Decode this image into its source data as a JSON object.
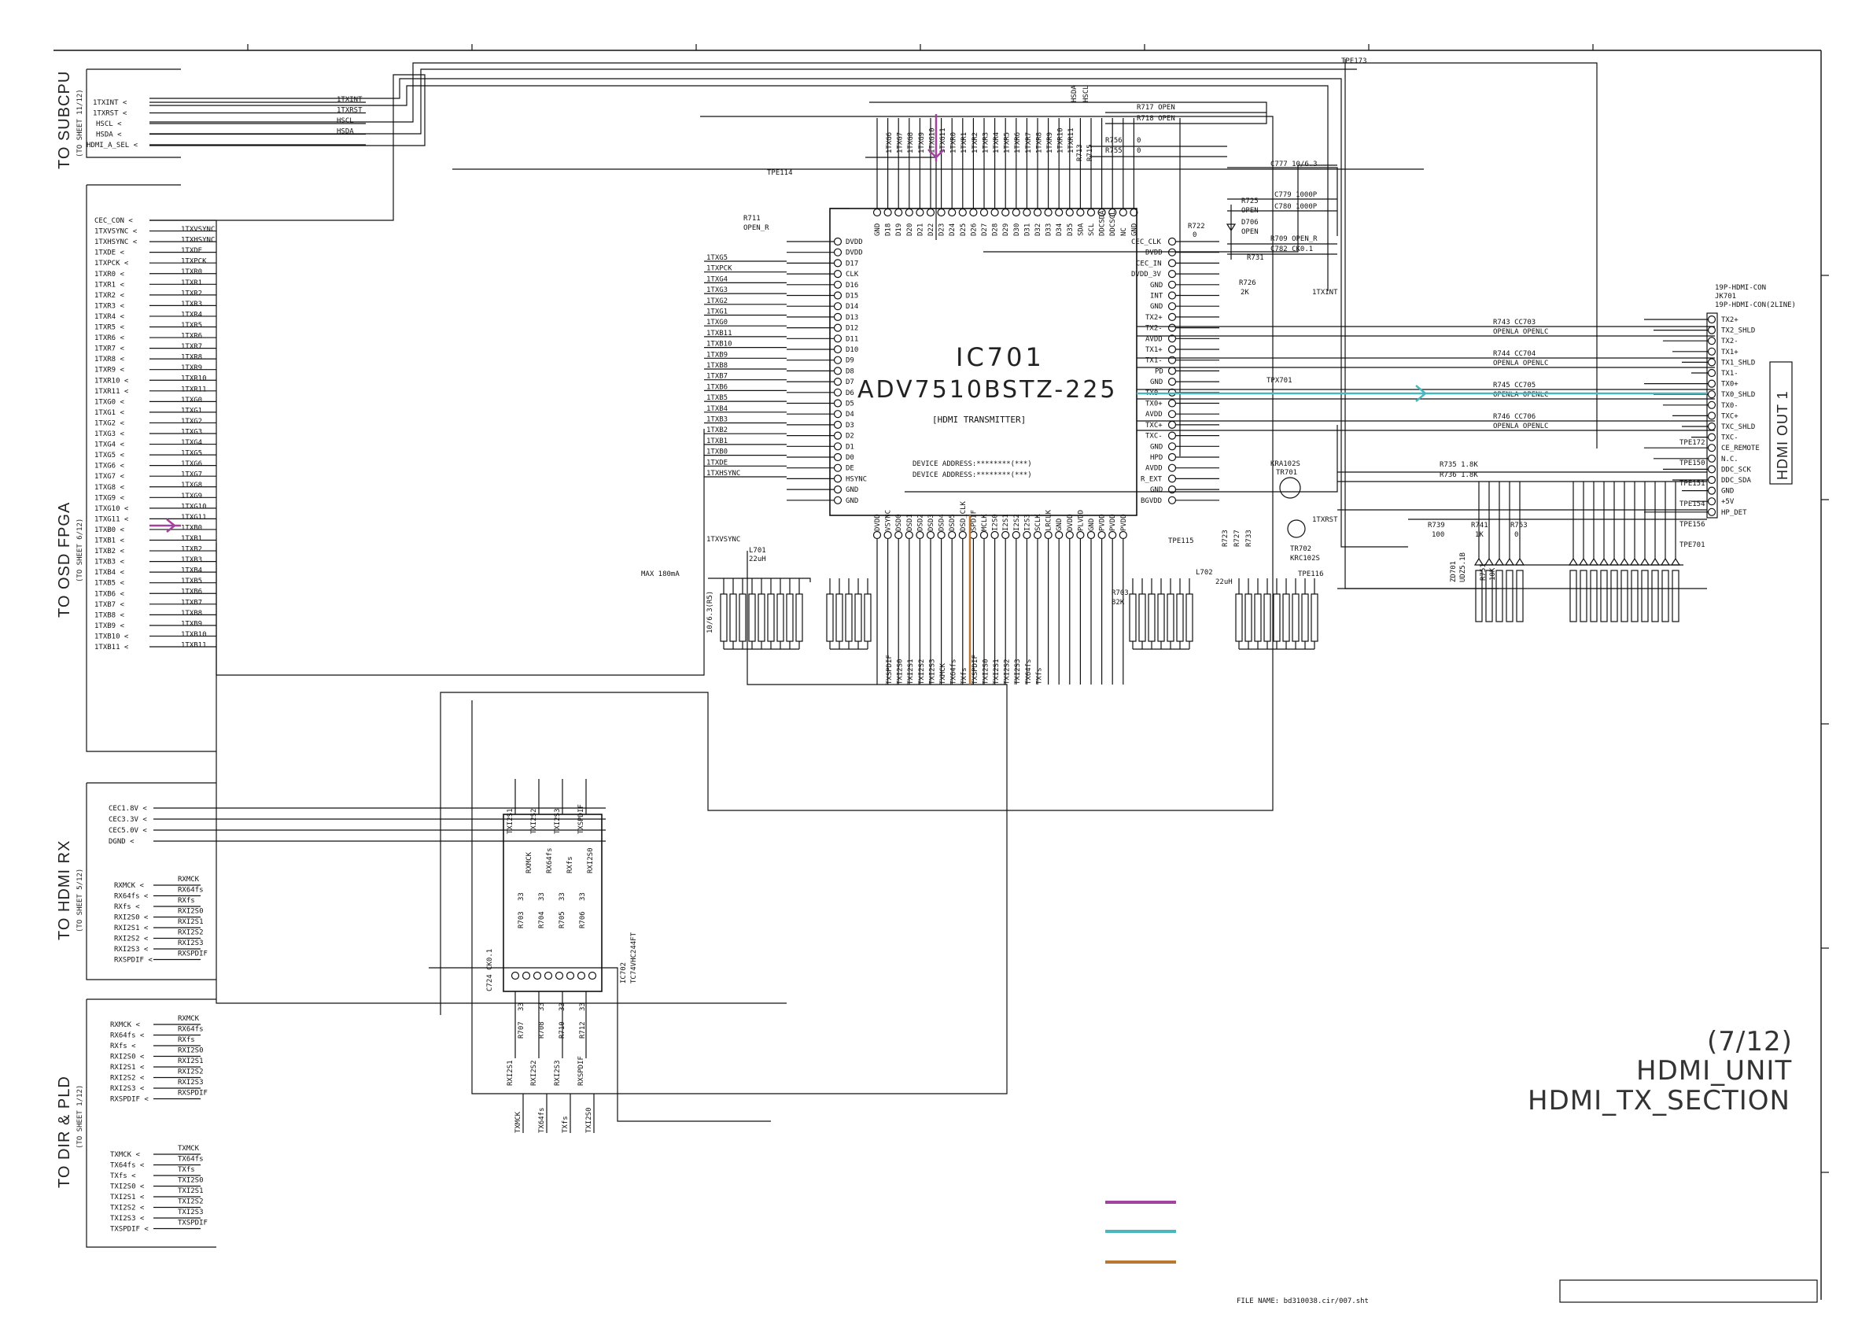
{
  "sections": {
    "subcpu": {
      "title": "TO SUBCPU",
      "sheet": "(TO SHEET 11/12)",
      "signals": [
        "1TXINT",
        "1TXRST",
        "HSCL",
        "HSDA",
        "HDMI_A_SEL"
      ],
      "nets": [
        "1TXINT",
        "1TXRST",
        "HSCL",
        "HSDA"
      ]
    },
    "osd": {
      "title": "TO OSD FPGA",
      "sheet": "(TO SHEET 6/12)",
      "signals": [
        "CEC_CON",
        "1TXVSYNC",
        "1TXHSYNC",
        "1TXDE",
        "1TXPCK",
        "1TXR0",
        "1TXR1",
        "1TXR2",
        "1TXR3",
        "1TXR4",
        "1TXR5",
        "1TXR6",
        "1TXR7",
        "1TXR8",
        "1TXR9",
        "1TXR10",
        "1TXR11",
        "1TXG0",
        "1TXG1",
        "1TXG2",
        "1TXG3",
        "1TXG4",
        "1TXG5",
        "1TXG6",
        "1TXG7",
        "1TXG8",
        "1TXG9",
        "1TXG10",
        "1TXG11",
        "1TXB0",
        "1TXB1",
        "1TXB2",
        "1TXB3",
        "1TXB4",
        "1TXB5",
        "1TXB6",
        "1TXB7",
        "1TXB8",
        "1TXB9",
        "1TXB10",
        "1TXB11"
      ],
      "nets": [
        "1TXVSYNC",
        "1TXHSYNC",
        "1TXDE",
        "1TXPCK",
        "1TXR0",
        "1TXR1",
        "1TXR2",
        "1TXR3",
        "1TXR4",
        "1TXR5",
        "1TXR6",
        "1TXR7",
        "1TXR8",
        "1TXR9",
        "1TXR10",
        "1TXR11",
        "1TXG0",
        "1TXG1",
        "1TXG2",
        "1TXG3",
        "1TXG4",
        "1TXG5",
        "1TXG6",
        "1TXG7",
        "1TXG8",
        "1TXG9",
        "1TXG10",
        "1TXG11",
        "1TXB0",
        "1TXB1",
        "1TXB2",
        "1TXB3",
        "1TXB4",
        "1TXB5",
        "1TXB6",
        "1TXB7",
        "1TXB8",
        "1TXB9",
        "1TXB10",
        "1TXB11"
      ]
    },
    "hdmirx": {
      "title": "TO HDMI RX",
      "sheet": "(TO SHEET 5/12)",
      "power": [
        "CEC1.8V",
        "CEC3.3V",
        "CEC5.0V",
        "DGND"
      ],
      "signals": [
        "RXMCK",
        "RX64fs",
        "RXfs",
        "RXI2S0",
        "RXI2S1",
        "RXI2S2",
        "RXI2S3",
        "RXSPDIF"
      ],
      "nets": [
        "RXMCK",
        "RX64fs",
        "RXfs",
        "RXI2S0",
        "RXI2S1",
        "RXI2S2",
        "RXI2S3",
        "RXSPDIF"
      ]
    },
    "dir": {
      "title": "TO DIR & PLD",
      "sheet": "(TO SHEET 1/12)",
      "signals": [
        "RXMCK",
        "RX64fs",
        "RXfs",
        "RXI2S0",
        "RXI2S1",
        "RXI2S2",
        "RXI2S3",
        "RXSPDIF",
        "TXMCK",
        "TX64fs",
        "TXfs",
        "TXI2S0",
        "TXI2S1",
        "TXI2S2",
        "TXI2S3",
        "TXSPDIF"
      ],
      "nets": [
        "RXMCK",
        "RX64fs",
        "RXfs",
        "RXI2S0",
        "RXI2S1",
        "RXI2S2",
        "RXI2S3",
        "RXSPDIF",
        "TXMCK",
        "TX64fs",
        "TXfs",
        "TXI2S0",
        "TXI2S1",
        "TXI2S2",
        "TXI2S3",
        "TXSPDIF"
      ]
    }
  },
  "ic701": {
    "ref": "IC701",
    "part": "ADV7510BSTZ-225",
    "desc": "[HDMI TRANSMITTER]",
    "addr1": "DEVICE ADDRESS:********(***)",
    "addr2": "DEVICE ADDRESS:********(***)",
    "left_pins": [
      "DVDD",
      "DVDD",
      "D17",
      "CLK",
      "D16",
      "D15",
      "D14",
      "D13",
      "D12",
      "D11",
      "D10",
      "D9",
      "D8",
      "D7",
      "D6",
      "D5",
      "D4",
      "D3",
      "D2",
      "D1",
      "D0",
      "DE",
      "HSYNC",
      "GND",
      "GND"
    ],
    "left_nets": [
      "1TXG5",
      "1TXPCK",
      "1TXG4",
      "1TXG3",
      "1TXG2",
      "1TXG1",
      "1TXG0",
      "1TXB11",
      "1TXB10",
      "1TXB9",
      "1TXB8",
      "1TXB7",
      "1TXB6",
      "1TXB5",
      "1TXB4",
      "1TXB3",
      "1TXB2",
      "1TXB1",
      "1TXB0",
      "1TXDE",
      "1TXHSYNC"
    ],
    "right_pins": [
      "CEC_CLK",
      "DVDD",
      "CEC_IN",
      "DVDD_3V",
      "GND",
      "INT",
      "GND",
      "TX2+",
      "TX2-",
      "AVDD",
      "TX1+",
      "TX1-",
      "PD",
      "GND",
      "TX0-",
      "TX0+",
      "AVDD",
      "TXC+",
      "TXC-",
      "GND",
      "HPD",
      "AVDD",
      "R_EXT",
      "GND",
      "BGVDD"
    ],
    "top_pins": [
      "GND",
      "D18",
      "D19",
      "D20",
      "D21",
      "D22",
      "D23",
      "D24",
      "D25",
      "D26",
      "D27",
      "D28",
      "D29",
      "D30",
      "D31",
      "D32",
      "D33",
      "D34",
      "D35",
      "SDA",
      "SCL",
      "DDCSDA",
      "DDCSCL",
      "NC",
      "GND"
    ],
    "top_nets": [
      "1TXG6",
      "1TXG7",
      "1TXG8",
      "1TXG9",
      "1TXG10",
      "1TXG11",
      "1TXR0",
      "1TXR1",
      "1TXR2",
      "1TXR3",
      "1TXR4",
      "1TXR5",
      "1TXR6",
      "1TXR7",
      "1TXR8",
      "1TXR9",
      "1TXR10",
      "1TXR11"
    ],
    "bottom_pins": [
      "DVDD",
      "VSYNC",
      "DSD0",
      "DSD1",
      "DSD2",
      "DSD3",
      "DSD4",
      "DSD5",
      "DSD_CLK",
      "SPDIF",
      "MCLK",
      "I2S0",
      "I2S1",
      "I2S2",
      "I2S3",
      "SCLK",
      "LRCLK",
      "GND",
      "DVDD",
      "PLVDD",
      "GND",
      "PVDD",
      "PVDD",
      "PVDD"
    ],
    "bottom_nets": [
      "TXSPDIF",
      "TXI2S0",
      "TXI2S1",
      "TXI2S2",
      "TXI2S3",
      "TXMCK",
      "TX64fs",
      "TXfs",
      "TXSPDIF",
      "TXI2S0",
      "TXI2S1",
      "TXI2S2",
      "TXI2S3",
      "TX64fs",
      "TXfs"
    ]
  },
  "ic702": {
    "ref": "IC702",
    "part": "TC74VHC244FT",
    "top_nets": [
      "TXI2S1",
      "TXI2S2",
      "TXI2S3",
      "TXSPDIF"
    ],
    "mid_nets": [
      "RXMCK",
      "RX64fs",
      "RXfs",
      "RXI2S0"
    ],
    "bottom_nets": [
      "RXI2S1",
      "RXI2S2",
      "RXI2S3",
      "RXSPDIF"
    ],
    "low_nets": [
      "TXMCK",
      "TX64fs",
      "TXfs",
      "TXI2S0"
    ],
    "resistors": [
      "R703",
      "R704",
      "R705",
      "R706",
      "R707",
      "R708",
      "R710",
      "R712"
    ],
    "value": "33",
    "cap": "C724 CK0.1"
  },
  "passives": {
    "r717": "R717  OPEN",
    "r718": "R718  OPEN",
    "r756": "R756",
    "r755": "R755",
    "zero": "0",
    "r713": "R713",
    "r715": "R715",
    "c777": "C777   10/6.3",
    "c779": "C779   1000P",
    "c780": "C780   1000P",
    "r725": "R725",
    "open": "OPEN",
    "d706": "D706",
    "r722": "R722",
    "r709": "R709   OPEN_R",
    "c782": "C782   CK0.1",
    "r731": "R731",
    "r726": "R726",
    "r726v": "2K",
    "r711": "R711",
    "r711v": "OPEN_R",
    "tpe114": "TPE114",
    "tpe173": "TPE173",
    "tpx701": "TPX701",
    "kra": "KRA102S",
    "tr701": "TR701",
    "tr702": "TR702",
    "krc": "KRC102S",
    "r723": "R723",
    "r727": "R727",
    "r733": "R733",
    "tpe115": "TPE115",
    "tpe116": "TPE116",
    "l701": "L701",
    "l701v": "22uH",
    "l702": "L702",
    "l702v": "22uH",
    "r703b": "R703",
    "r703v": "82K",
    "max": "MAX 180mA",
    "c720": "10/6.3(R5)",
    "r735": "R735   1.8K",
    "r736": "R736   1.8K",
    "r739": "R739",
    "r739v": "100",
    "r741": "R741",
    "r741v": "1K",
    "r753": "R753",
    "r753v": "0",
    "r751": "R751",
    "r751v": "10K",
    "zd701": "ZD701",
    "zd701v": "UDZ5.1B",
    "r743": "R743   CC703",
    "r744": "R744   CC704",
    "r745": "R745   CC705",
    "r746": "R746   CC706",
    "openla": "OPENLA   OPENLC",
    "1txint": "1TXINT",
    "1txrst": "1TXRST",
    "1txvsync": "1TXVSYNC"
  },
  "connector": {
    "ref1": "19P-HDMI-CON",
    "ref2": "JK701",
    "ref3": "19P-HDMI-CON(2LINE)",
    "pins": [
      "TX2+",
      "TX2_SHLD",
      "TX2-",
      "TX1+",
      "TX1_SHLD",
      "TX1-",
      "TX0+",
      "TX0_SHLD",
      "TX0-",
      "TXC+",
      "TXC_SHLD",
      "TXC-",
      "CE_REMOTE",
      "N.C.",
      "DDC_SCK",
      "DDC_SDA",
      "GND",
      "+5V",
      "HP_DET"
    ],
    "label": "HDMI OUT 1",
    "tpes": [
      "TPE172",
      "TPE150",
      "TPE151",
      "TPE154",
      "TPE156",
      "TPE701"
    ]
  },
  "legend": {
    "colors": [
      "#a0449e",
      "#49b7bd",
      "#b87834"
    ]
  },
  "file_name": "FILE NAME: bd310038.cir/007.sht",
  "title": {
    "page": "(7/12)",
    "line1": "HDMI_UNIT",
    "line2": "HDMI_TX_SECTION"
  }
}
